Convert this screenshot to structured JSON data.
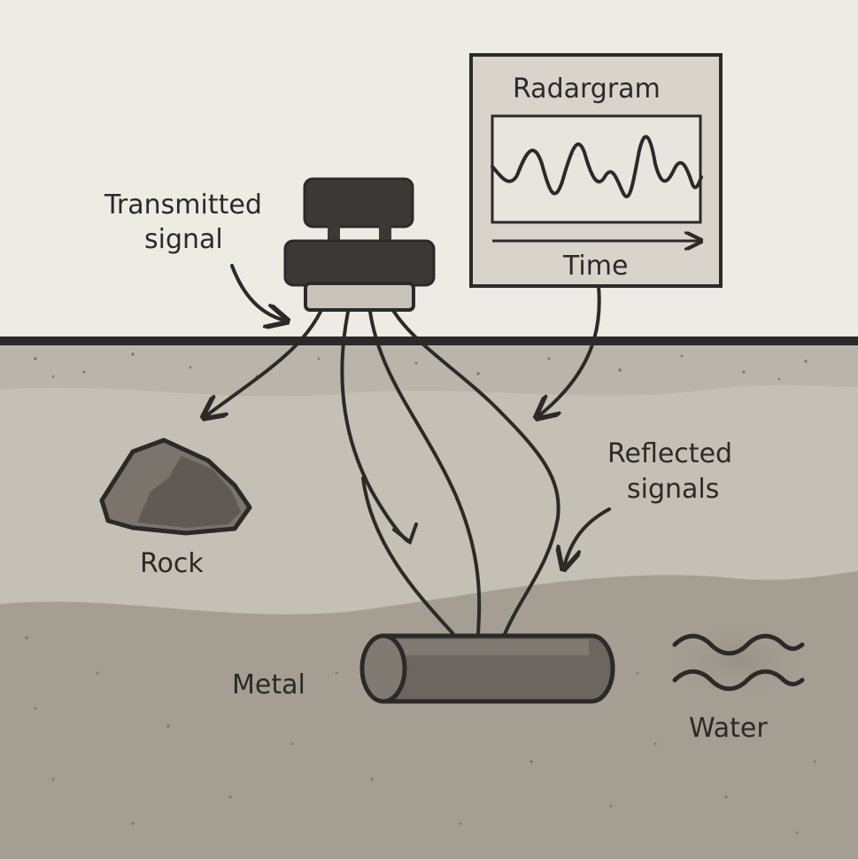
{
  "labels": {
    "transmitted_line1": "Transmitted",
    "transmitted_line2": "signal",
    "radargram_title": "Radargram",
    "radargram_axis": "Time",
    "reflected_line1": "Reflected",
    "reflected_line2": "signals",
    "rock": "Rock",
    "metal": "Metal",
    "water": "Water"
  },
  "colors": {
    "sky": "#ecebe4",
    "ground_line": "#2b2a28",
    "topsoil": "#bab5ab",
    "mid_layer": "#c5c0b5",
    "deep_layer": "#a49e93",
    "device": "#3a3936",
    "rock": "#7a746c",
    "pipe": "#6b6660",
    "ink": "#2b2a28"
  },
  "icons": [
    "gpr-device-icon",
    "rock-icon",
    "metal-pipe-icon",
    "water-waves-icon"
  ]
}
